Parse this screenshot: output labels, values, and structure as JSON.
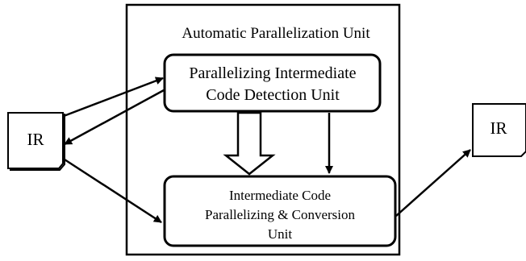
{
  "outer_unit": {
    "title": "Automatic Parallelization Unit"
  },
  "detection_unit": {
    "line1": "Parallelizing Intermediate",
    "line2": "Code Detection Unit"
  },
  "conversion_unit": {
    "line1": "Intermediate Code",
    "line2": "Parallelizing & Conversion",
    "line3": "Unit"
  },
  "input_doc": {
    "label": "IR"
  },
  "output_doc": {
    "label": "IR"
  }
}
